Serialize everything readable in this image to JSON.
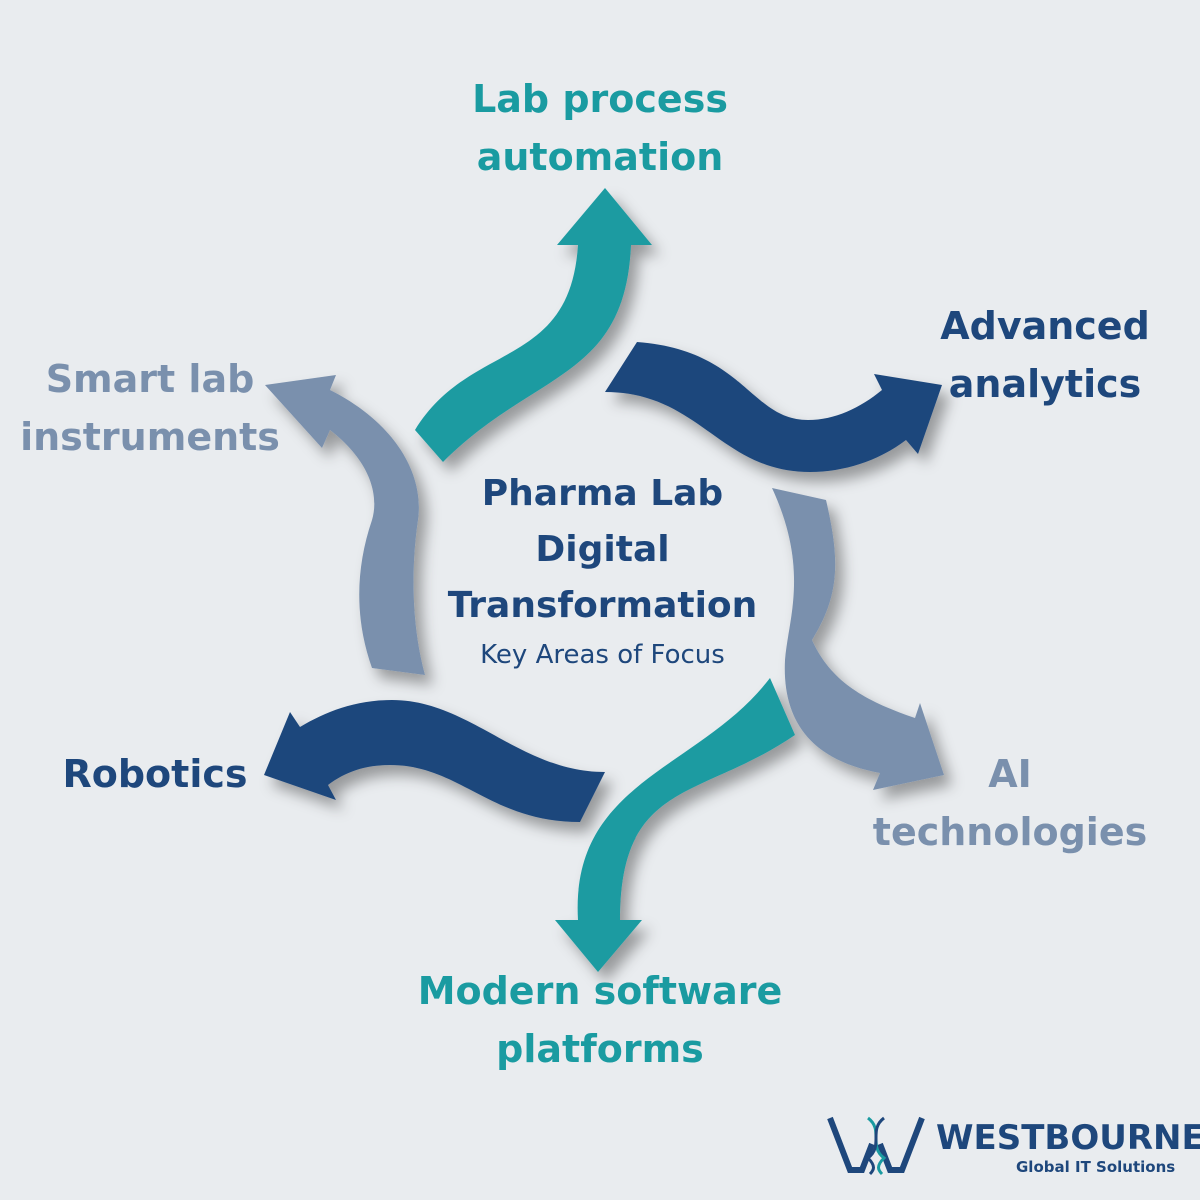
{
  "diagram": {
    "center": {
      "title_lines": [
        "Pharma Lab",
        "Digital",
        "Transformation"
      ],
      "subtitle": "Key Areas of Focus"
    },
    "focus_areas": [
      {
        "lines": [
          "Lab process",
          "automation"
        ]
      },
      {
        "lines": [
          "Advanced",
          "analytics"
        ]
      },
      {
        "lines": [
          "AI",
          "technologies"
        ]
      },
      {
        "lines": [
          "Modern software",
          "platforms"
        ]
      },
      {
        "lines": [
          "Robotics"
        ]
      },
      {
        "lines": [
          "Smart lab",
          "instruments"
        ]
      }
    ]
  },
  "colors": {
    "background": "#e9ecef",
    "teal": "#1a9ba1",
    "navy": "#1e477c",
    "steel": "#7a90ad"
  },
  "branding": {
    "name": "WESTBOURNE",
    "tagline": "Global IT Solutions"
  }
}
